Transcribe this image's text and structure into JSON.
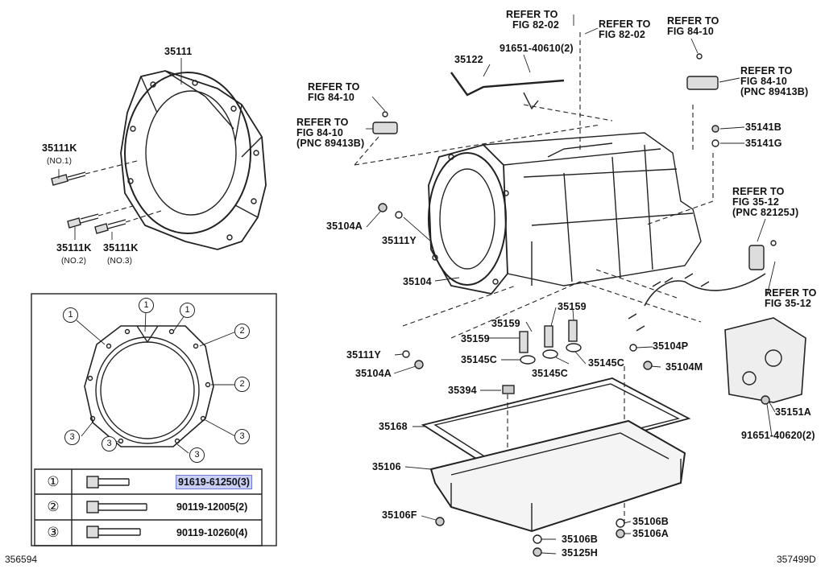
{
  "diagram": {
    "bellhousing_label": "35111",
    "bolts_left": [
      {
        "part": "35111K",
        "note": "(NO.1)"
      },
      {
        "part": "35111K",
        "note": "(NO.2)"
      },
      {
        "part": "35111K",
        "note": "(NO.3)"
      }
    ],
    "refer_notes": {
      "r1": [
        "REFER TO",
        "FIG 82-02"
      ],
      "r2": [
        "REFER TO",
        "FIG 82-02"
      ],
      "r3": [
        "REFER TO",
        "FIG 84-10"
      ],
      "r4": [
        "REFER TO",
        "FIG 84-10",
        "(PNC 89413B)"
      ],
      "r5": [
        "REFER TO",
        "FIG 84-10"
      ],
      "r6": [
        "REFER TO",
        "FIG 84-10",
        "(PNC 89413B)"
      ],
      "r7": [
        "REFER TO",
        "FIG 35-12",
        "(PNC 82125J)"
      ],
      "r8": [
        "REFER TO",
        "FIG 35-12"
      ]
    },
    "parts": {
      "p35122": "35122",
      "p91651a": "91651-40610(2)",
      "p35141B": "35141B",
      "p35141G": "35141G",
      "p35104A_top": "35104A",
      "p35111Y_top": "35111Y",
      "p35104": "35104",
      "p35159a": "35159",
      "p35159b": "35159",
      "p35159c": "35159",
      "p35111Y_low": "35111Y",
      "p35145C_a": "35145C",
      "p35145C_b": "35145C",
      "p35145C_c": "35145C",
      "p35104A_low": "35104A",
      "p35104P": "35104P",
      "p35104M": "35104M",
      "p35394": "35394",
      "p35168": "35168",
      "p35106": "35106",
      "p35106F": "35106F",
      "p35106B_a": "35106B",
      "p35106B_b": "35106B",
      "p35106A": "35106A",
      "p35125H": "35125H",
      "p35151A": "35151A",
      "p91651b": "91651-40620(2)"
    },
    "callouts": [
      "1",
      "1",
      "1",
      "2",
      "2",
      "3",
      "3",
      "3",
      "3"
    ],
    "legend": [
      {
        "num": "①",
        "part": "91619-61250(3)",
        "highlight": true
      },
      {
        "num": "②",
        "part": "90119-12005(2)",
        "highlight": false
      },
      {
        "num": "③",
        "part": "90119-10260(4)",
        "highlight": false
      }
    ],
    "ref_left": "356594",
    "ref_right": "357499D",
    "highlight_color": "#c9cff5"
  }
}
